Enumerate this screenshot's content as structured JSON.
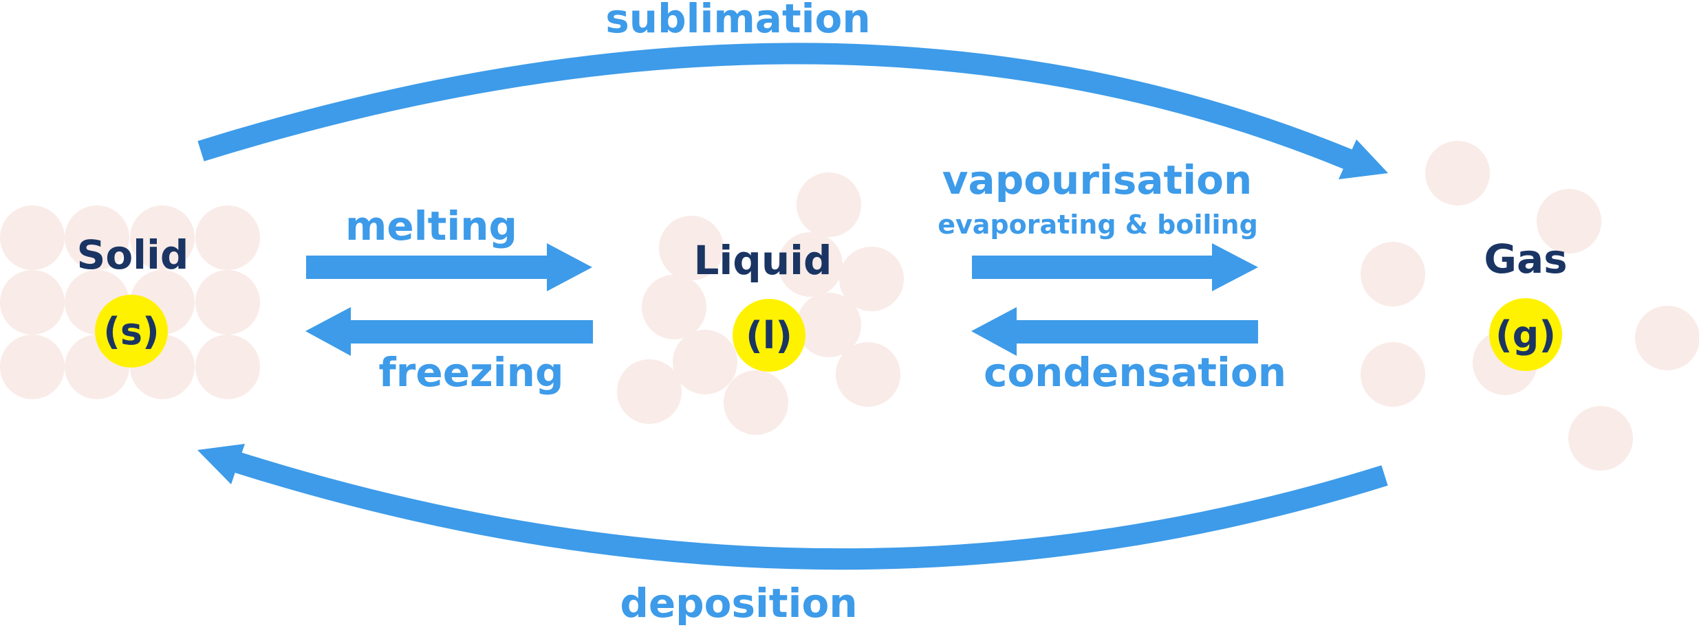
{
  "colors": {
    "arrow": "#3d9be9",
    "particle": "#f9ebe8",
    "badge": "#fff200",
    "state_text": "#1a3563",
    "process_text": "#3d9be9"
  },
  "states": {
    "solid": {
      "name": "Solid",
      "symbol": "(s)"
    },
    "liquid": {
      "name": "Liquid",
      "symbol": "(l)"
    },
    "gas": {
      "name": "Gas",
      "symbol": "(g)"
    }
  },
  "processes": {
    "sublimation": "sublimation",
    "deposition": "deposition",
    "melting": "melting",
    "freezing": "freezing",
    "vapourisation": "vapourisation",
    "vapourisation_detail": "evaporating & boiling",
    "condensation": "condensation"
  }
}
